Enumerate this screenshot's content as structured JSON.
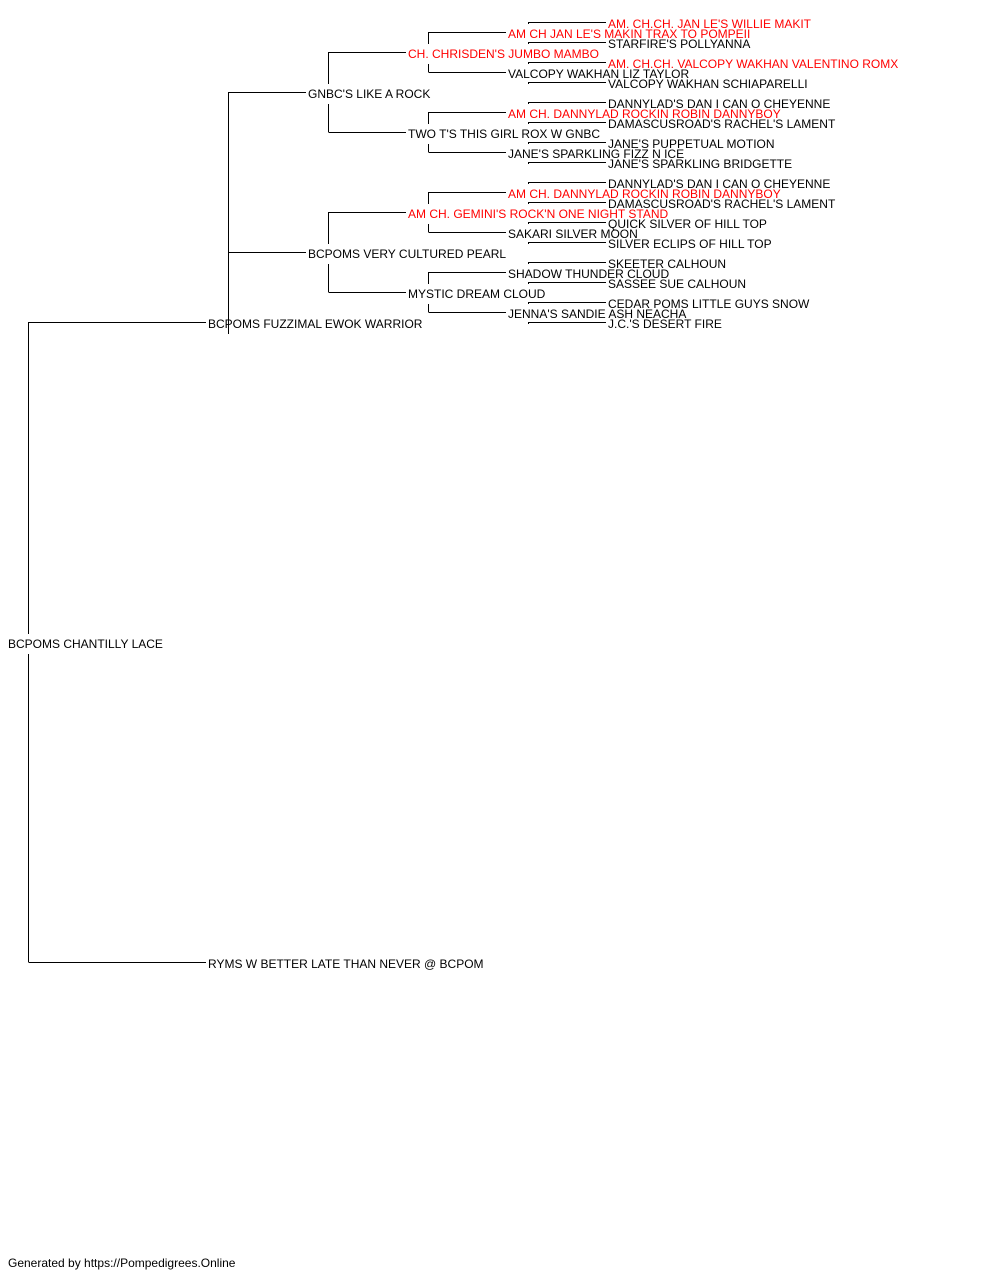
{
  "colors": {
    "champion": "#ff0000",
    "normal": "#000000",
    "line": "#000000"
  },
  "pedigree": {
    "name": "BCPOMS CHANTILLY LACE",
    "champion": false,
    "sire": {
      "name": "BCPOMS FUZZIMAL EWOK WARRIOR",
      "champion": false,
      "sire": {
        "name": "GNBC'S LIKE A ROCK",
        "champion": false,
        "sire": {
          "name": "CH. CHRISDEN'S JUMBO MAMBO",
          "champion": true,
          "sire": {
            "name": "AM CH JAN LE'S MAKIN TRAX TO POMPEII",
            "champion": true,
            "sire": {
              "name": "AM. CH.CH. JAN LE'S WILLIE MAKIT",
              "champion": true
            },
            "dam": {
              "name": "STARFIRE'S POLLYANNA",
              "champion": false
            }
          },
          "dam": {
            "name": "VALCOPY WAKHAN LIZ TAYLOR",
            "champion": false,
            "sire": {
              "name": "AM. CH.CH. VALCOPY WAKHAN VALENTINO ROMX",
              "champion": true
            },
            "dam": {
              "name": "VALCOPY WAKHAN SCHIAPARELLI",
              "champion": false
            }
          }
        },
        "dam": {
          "name": "TWO T'S THIS GIRL ROX W GNBC",
          "champion": false,
          "sire": {
            "name": "AM CH. DANNYLAD ROCKIN ROBIN DANNYBOY",
            "champion": true,
            "sire": {
              "name": "DANNYLAD'S DAN I CAN O CHEYENNE",
              "champion": false
            },
            "dam": {
              "name": "DAMASCUSROAD'S RACHEL'S LAMENT",
              "champion": false
            }
          },
          "dam": {
            "name": "JANE'S SPARKLING FIZZ N ICE",
            "champion": false,
            "sire": {
              "name": "JANE'S PUPPETUAL MOTION",
              "champion": false
            },
            "dam": {
              "name": "JANE'S SPARKLING BRIDGETTE",
              "champion": false
            }
          }
        }
      },
      "dam": {
        "name": "BCPOMS VERY CULTURED PEARL",
        "champion": false,
        "sire": {
          "name": "AM CH. GEMINI'S ROCK'N ONE NIGHT STAND",
          "champion": true,
          "sire": {
            "name": "AM CH. DANNYLAD ROCKIN ROBIN DANNYBOY",
            "champion": true,
            "sire": {
              "name": "DANNYLAD'S DAN I CAN O CHEYENNE",
              "champion": false
            },
            "dam": {
              "name": "DAMASCUSROAD'S RACHEL'S LAMENT",
              "champion": false
            }
          },
          "dam": {
            "name": "SAKARI SILVER MOON",
            "champion": false,
            "sire": {
              "name": "QUICK SILVER OF HILL TOP",
              "champion": false
            },
            "dam": {
              "name": "SILVER ECLIPS OF HILL TOP",
              "champion": false
            }
          }
        },
        "dam": {
          "name": "MYSTIC DREAM CLOUD",
          "champion": false,
          "sire": {
            "name": "SHADOW THUNDER CLOUD",
            "champion": false,
            "sire": {
              "name": "SKEETER CALHOUN",
              "champion": false
            },
            "dam": {
              "name": "SASSEE SUE CALHOUN",
              "champion": false
            }
          },
          "dam": {
            "name": "JENNA'S SANDIE ASH NEACHA",
            "champion": false,
            "sire": {
              "name": "CEDAR POMS LITTLE GUYS SNOW",
              "champion": false
            },
            "dam": {
              "name": "J.C.'S DESERT FIRE",
              "champion": false
            }
          }
        }
      }
    },
    "dam": {
      "name": "RYMS W BETTER LATE THAN NEVER @ BCPOM",
      "champion": false
    }
  },
  "footer": "Generated by https://Pompedigrees.Online"
}
